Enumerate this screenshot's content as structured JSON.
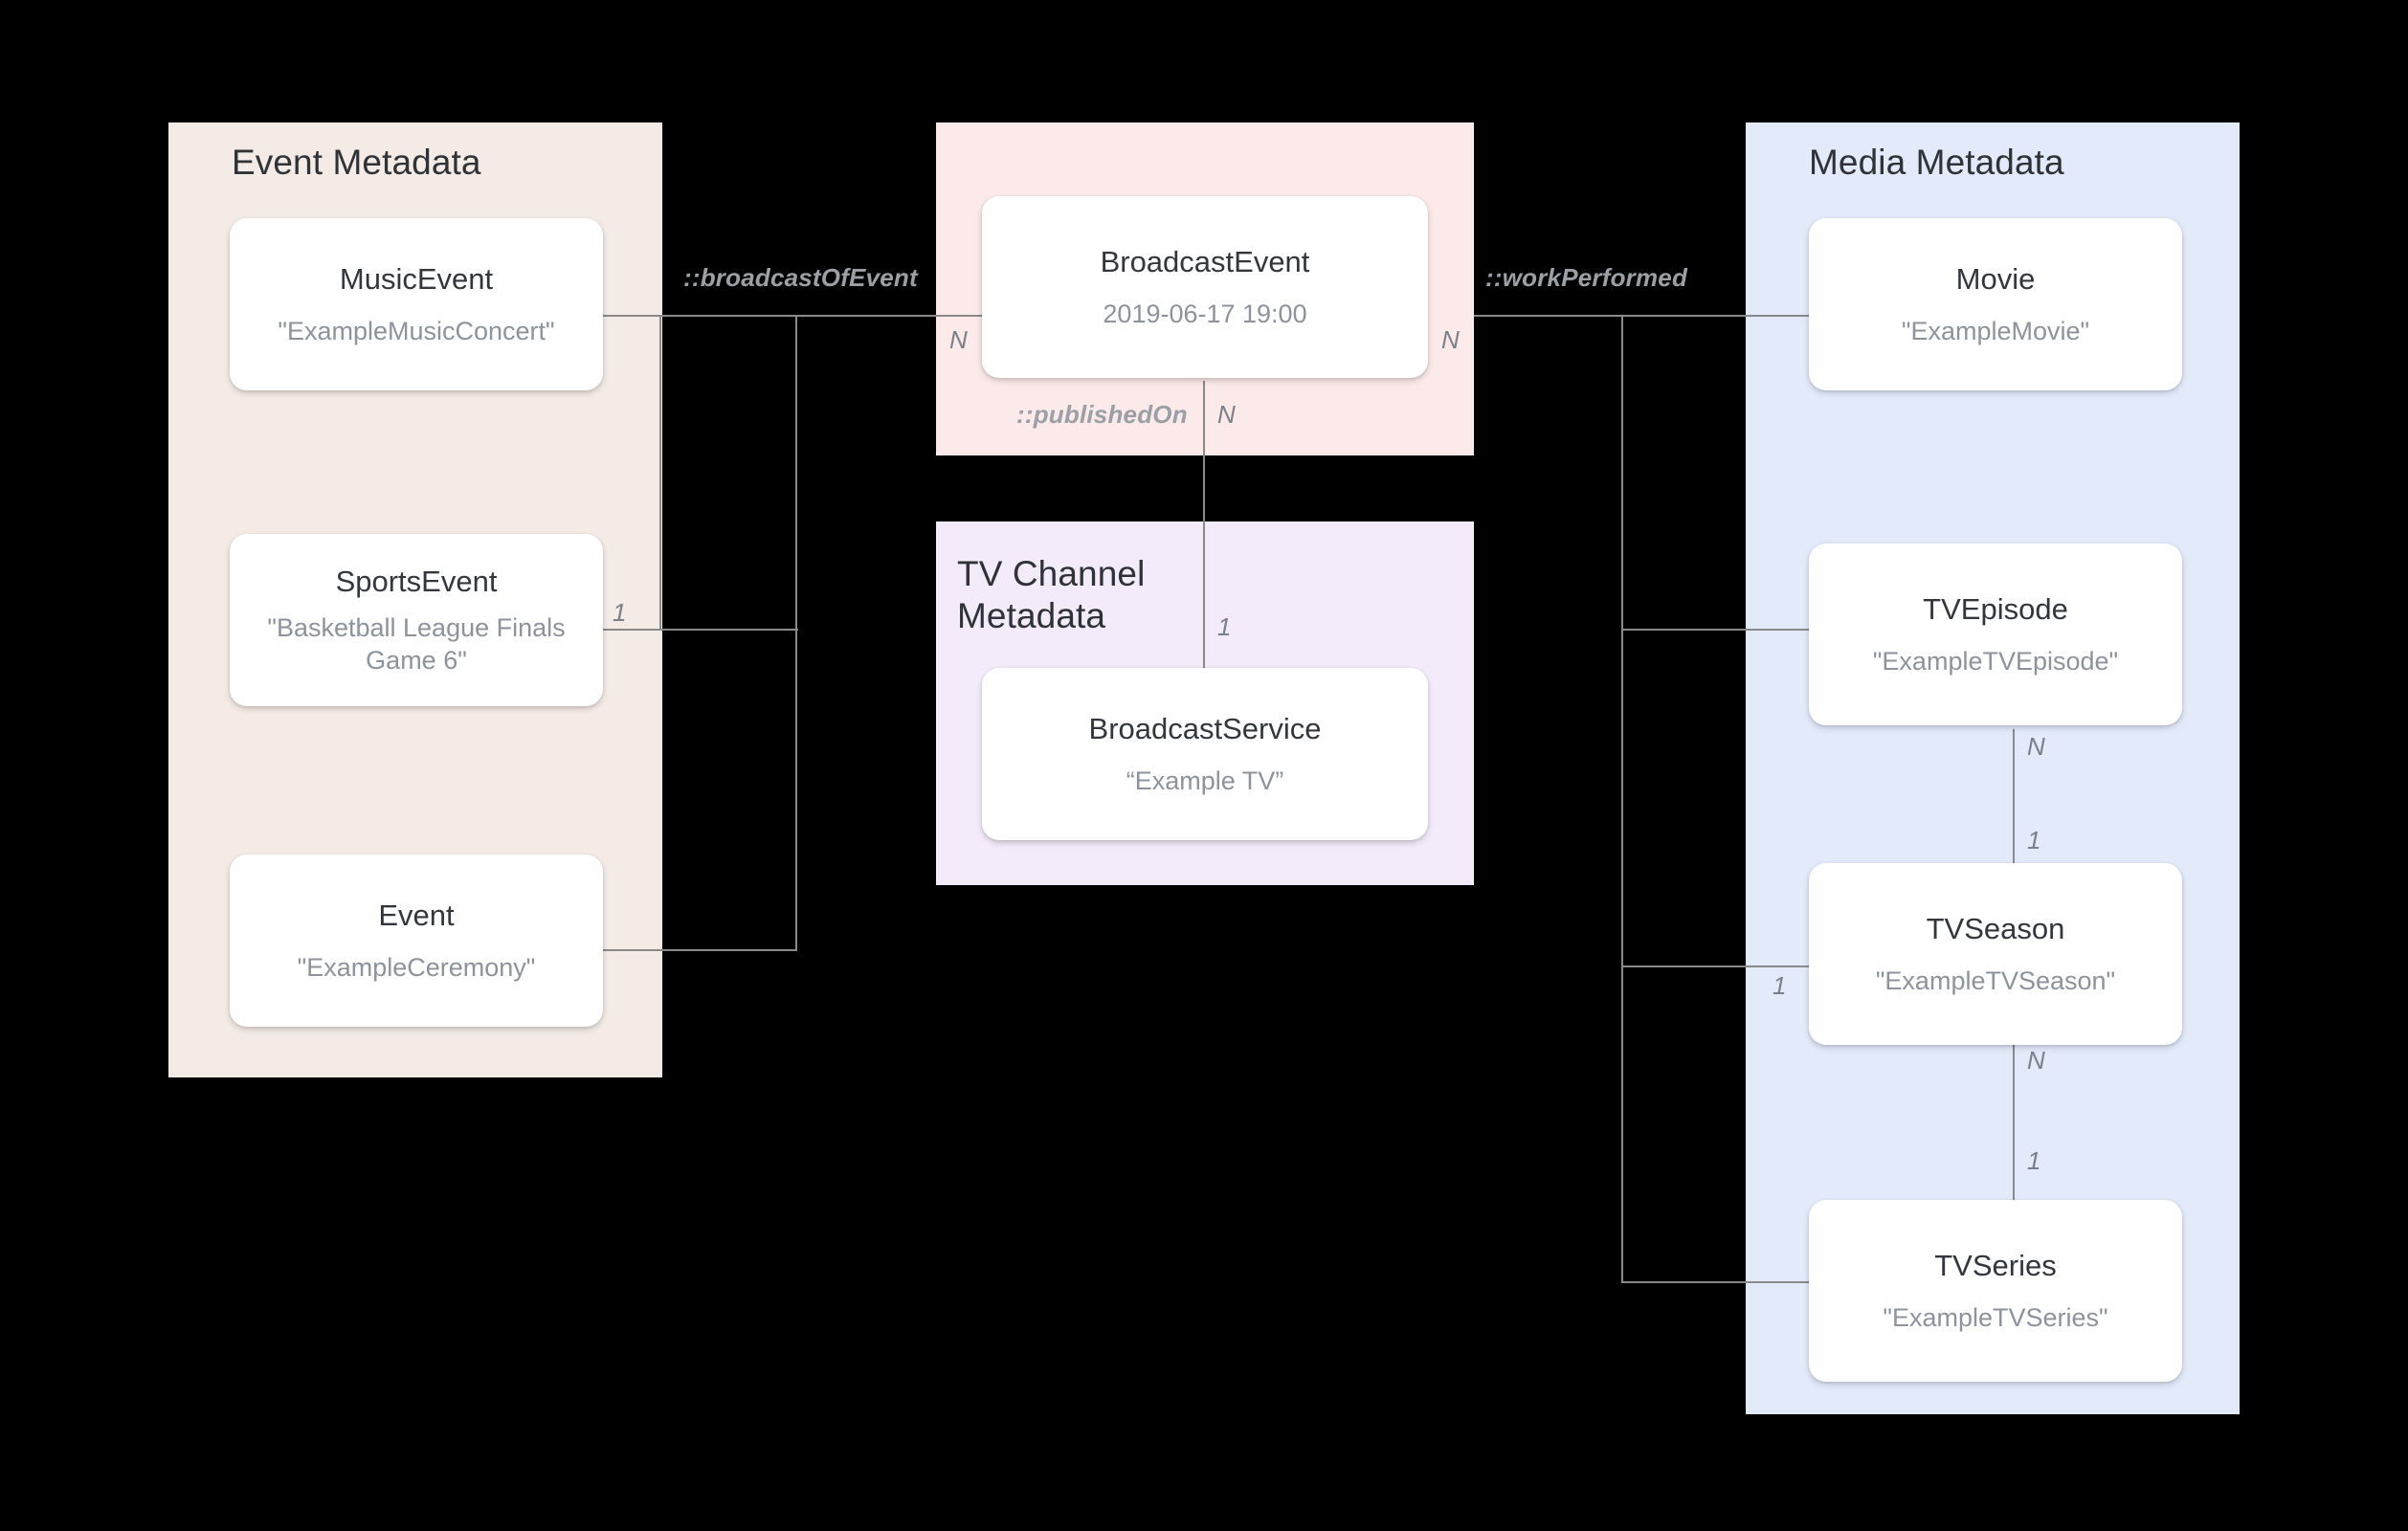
{
  "diagram": {
    "background_color": "#000000",
    "edge_color": "#8a8a8a"
  },
  "groups": [
    {
      "id": "event-metadata",
      "title": "Event Metadata",
      "color": "#f4ebe6"
    },
    {
      "id": "broadcast-event-group",
      "title": "",
      "color": "#fce9e9"
    },
    {
      "id": "tv-channel-metadata",
      "title": "TV Channel\nMetadata",
      "color": "#f3ebfa"
    },
    {
      "id": "media-metadata",
      "title": "Media Metadata",
      "color": "#e3ebfb"
    }
  ],
  "nodes": {
    "music_event": {
      "title": "MusicEvent",
      "value": "\"ExampleMusicConcert\""
    },
    "sports_event": {
      "title": "SportsEvent",
      "value": "\"Basketball League Finals Game 6\""
    },
    "event": {
      "title": "Event",
      "value": "\"ExampleCeremony\""
    },
    "broadcast_event": {
      "title": "BroadcastEvent",
      "value": "2019-06-17 19:00"
    },
    "broadcast_service": {
      "title": "BroadcastService",
      "value": "“Example TV”"
    },
    "movie": {
      "title": "Movie",
      "value": "\"ExampleMovie\""
    },
    "tv_episode": {
      "title": "TVEpisode",
      "value": "\"ExampleTVEpisode\""
    },
    "tv_season": {
      "title": "TVSeason",
      "value": "\"ExampleTVSeason\""
    },
    "tv_series": {
      "title": "TVSeries",
      "value": "\"ExampleTVSeries\""
    }
  },
  "relationships": {
    "broadcast_of_event": {
      "label": "::broadcastOfEvent"
    },
    "published_on": {
      "label": "::publishedOn"
    },
    "work_performed": {
      "label": "::workPerformed"
    }
  },
  "cardinalities": {
    "sports_event_side": "1",
    "broadcast_event_left": "N",
    "broadcast_event_right": "N",
    "broadcast_event_bottom": "N",
    "broadcast_service_top": "1",
    "tv_episode_bottom": "N",
    "tv_season_top": "1",
    "tv_season_left": "1",
    "tv_season_bottom": "N",
    "tv_series_top": "1"
  }
}
